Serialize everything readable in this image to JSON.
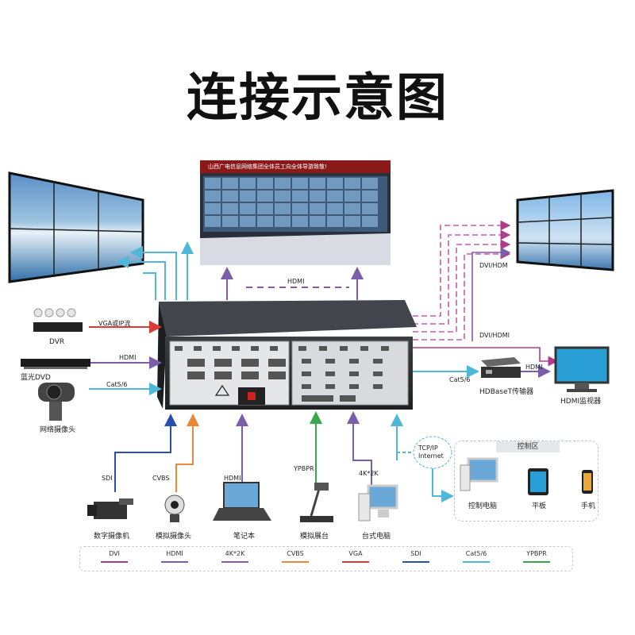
{
  "title": "连接示意图",
  "control_center_text": "山西广电信息网络集团全体员工向全体导游致敬!",
  "connections": {
    "vga_ip": "VGA或IP流",
    "hdmi_bluray": "HDMI",
    "cat_camera": "Cat5/6",
    "hdmi_top": "HDMI",
    "dvi_hdm": "DVI/HDM",
    "dvi_hdmi": "DVI/HDMI",
    "cat_out": "Cat5/6",
    "hdmi_out": "HDMI",
    "sdi": "SDI",
    "cvbs": "CVBS",
    "hdmi_laptop": "HDMI",
    "ypbpr": "YPBPR",
    "k4": "4K*2K",
    "tcpip": "TCP/IP\nInternet"
  },
  "devices": {
    "dvr": "DVR",
    "bluray": "蓝光DVD",
    "webcam": "网络摄像头",
    "hdbaset": "HDBaseT传输器",
    "hdmi_monitor": "HDMI监视器",
    "digital_camera": "数字摄像机",
    "analog_camera": "模拟摄像头",
    "laptop": "笔记本",
    "visualizer": "模拟展台",
    "desktop": "台式电脑",
    "control_pc": "控制电脑",
    "tablet": "平板",
    "phone": "手机"
  },
  "control_area": "控制区",
  "legend": [
    {
      "label": "DVI",
      "color": "#b03a8c"
    },
    {
      "label": "HDMI",
      "color": "#7a5fa8"
    },
    {
      "label": "4K*2K",
      "color": "#8a56b0"
    },
    {
      "label": "CVBS",
      "color": "#e9883a"
    },
    {
      "label": "VGA",
      "color": "#d93a3a"
    },
    {
      "label": "SDI",
      "color": "#2a4fb0"
    },
    {
      "label": "Cat5/6",
      "color": "#4fb8d8"
    },
    {
      "label": "YPBPR",
      "color": "#3aa84a"
    }
  ]
}
